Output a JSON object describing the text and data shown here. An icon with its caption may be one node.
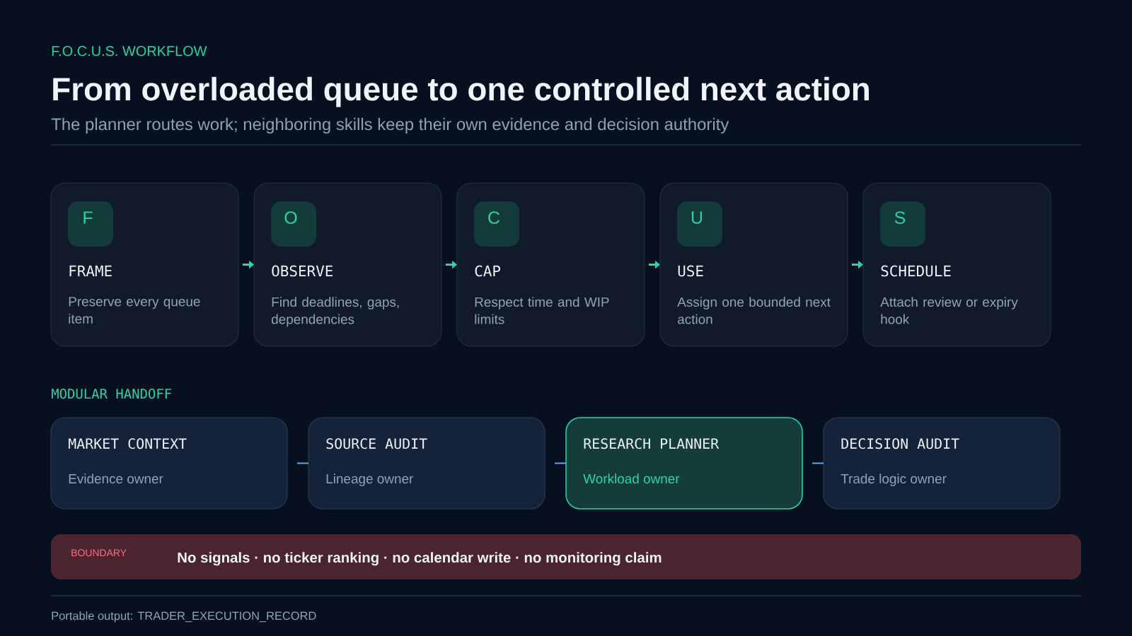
{
  "diagram": {
    "title": "From overloaded queue to one controlled next action",
    "nodes": [
      {
        "text": [
          "FRAME",
          "Preserve every queue item"
        ]
      },
      {
        "text": [
          "F"
        ],
        "in": 0
      },
      {
        "text": [
          "OBSERVE",
          "Find deadlines, gaps, dependencies"
        ]
      },
      {
        "text": [
          "O"
        ],
        "in": 2
      },
      {
        "text": [
          "CAP",
          "Respect time and WIP limits"
        ]
      },
      {
        "text": [
          "C"
        ],
        "in": 4
      },
      {
        "text": [
          "USE",
          "Assign one bounded next action"
        ]
      },
      {
        "text": [
          "U"
        ],
        "in": 6
      },
      {
        "text": [
          "SCHEDULE",
          "Attach review or expiry hook"
        ]
      },
      {
        "text": [
          "S"
        ],
        "in": 8
      },
      {
        "text": [
          "MARKET CONTEXT",
          "Evidence owner"
        ]
      },
      {
        "text": [
          "SOURCE AUDIT",
          "Lineage owner"
        ]
      },
      {
        "text": [
          "RESEARCH PLANNER",
          "Workload owner"
        ]
      },
      {
        "text": [
          "DECISION AUDIT",
          "Trade logic owner"
        ]
      },
      {
        "text": [
          "BOUNDARY",
          "No signals · no ticker ranking · no calendar write · no monitoring claim"
        ]
      }
    ],
    "edges": [
      {
        "from": 0,
        "to": 2,
        "arrow": "to"
      },
      {
        "from": 2,
        "to": 4,
        "arrow": "to"
      },
      {
        "from": 4,
        "to": 6,
        "arrow": "to"
      },
      {
        "from": 6,
        "to": 8,
        "arrow": "to"
      },
      {
        "from": 10,
        "to": 11,
        "arrow": "none",
        "color": "#60a5fa"
      },
      {
        "from": 11,
        "to": 12,
        "arrow": "none",
        "color": "#60a5fa"
      },
      {
        "from": 12,
        "to": 13,
        "arrow": "none",
        "color": "#60a5fa"
      }
    ],
    "labels": [
      "F.O.C.U.S. WORKFLOW",
      "The planner routes work; neighboring skills keep their own evidence and decision authority",
      "MODULAR HANDOFF",
      "Portable output: TRADER_EXECUTION_RECORD"
    ]
  }
}
